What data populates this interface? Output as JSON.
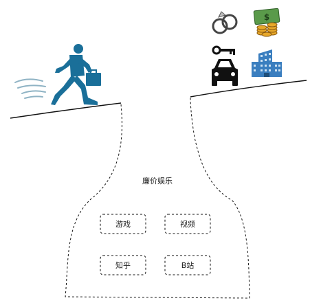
{
  "pit": {
    "title": "廉价娱乐",
    "items": [
      {
        "label": "游戏"
      },
      {
        "label": "视频"
      },
      {
        "label": "知乎"
      },
      {
        "label": "B站"
      }
    ]
  },
  "rewards": {
    "top_row": [
      "rings-icon",
      "money-coins-icon"
    ],
    "bottom_row": [
      "car-key-icon",
      "office-building-icon"
    ]
  },
  "runner": {
    "icon": "businessman-running-icon"
  },
  "colors": {
    "figure": "#1a6f99",
    "building": "#3a7ebf",
    "money": "#5a9a4a",
    "coin": "#e8a82a",
    "line": "#111111"
  }
}
